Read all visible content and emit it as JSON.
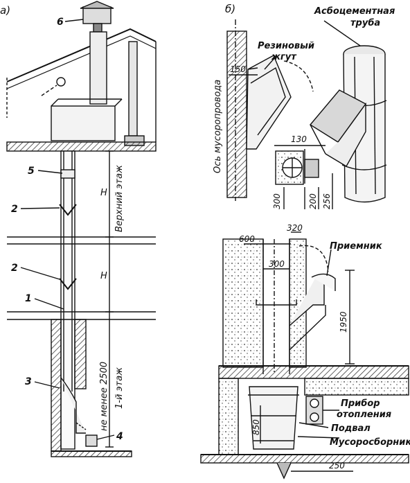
{
  "panel_a": {
    "label": "а)",
    "callouts": [
      "6",
      "5",
      "2",
      "2",
      "1",
      "3",
      "4"
    ],
    "dim_H_upper": "Н",
    "dim_H_lower": "Н",
    "top_floor": "Верхний этаж",
    "first_floor_min": "не менее 2500",
    "first_floor": "1-й этаж"
  },
  "panel_b": {
    "label": "б)",
    "asbestos_pipe": "Асбоцементная труба",
    "rubber_band": "Резиновый жгут",
    "chute_axis": "Ось мусоропровода",
    "dims_top": [
      "150",
      "130",
      "300",
      "200",
      "256"
    ],
    "dims_bottom": [
      "320",
      "600",
      "300",
      "1950",
      "850",
      "250"
    ],
    "receiver": "Приемник",
    "heater": "Прибор отопления",
    "basement": "Подвал",
    "collector": "Мусоросборник"
  }
}
